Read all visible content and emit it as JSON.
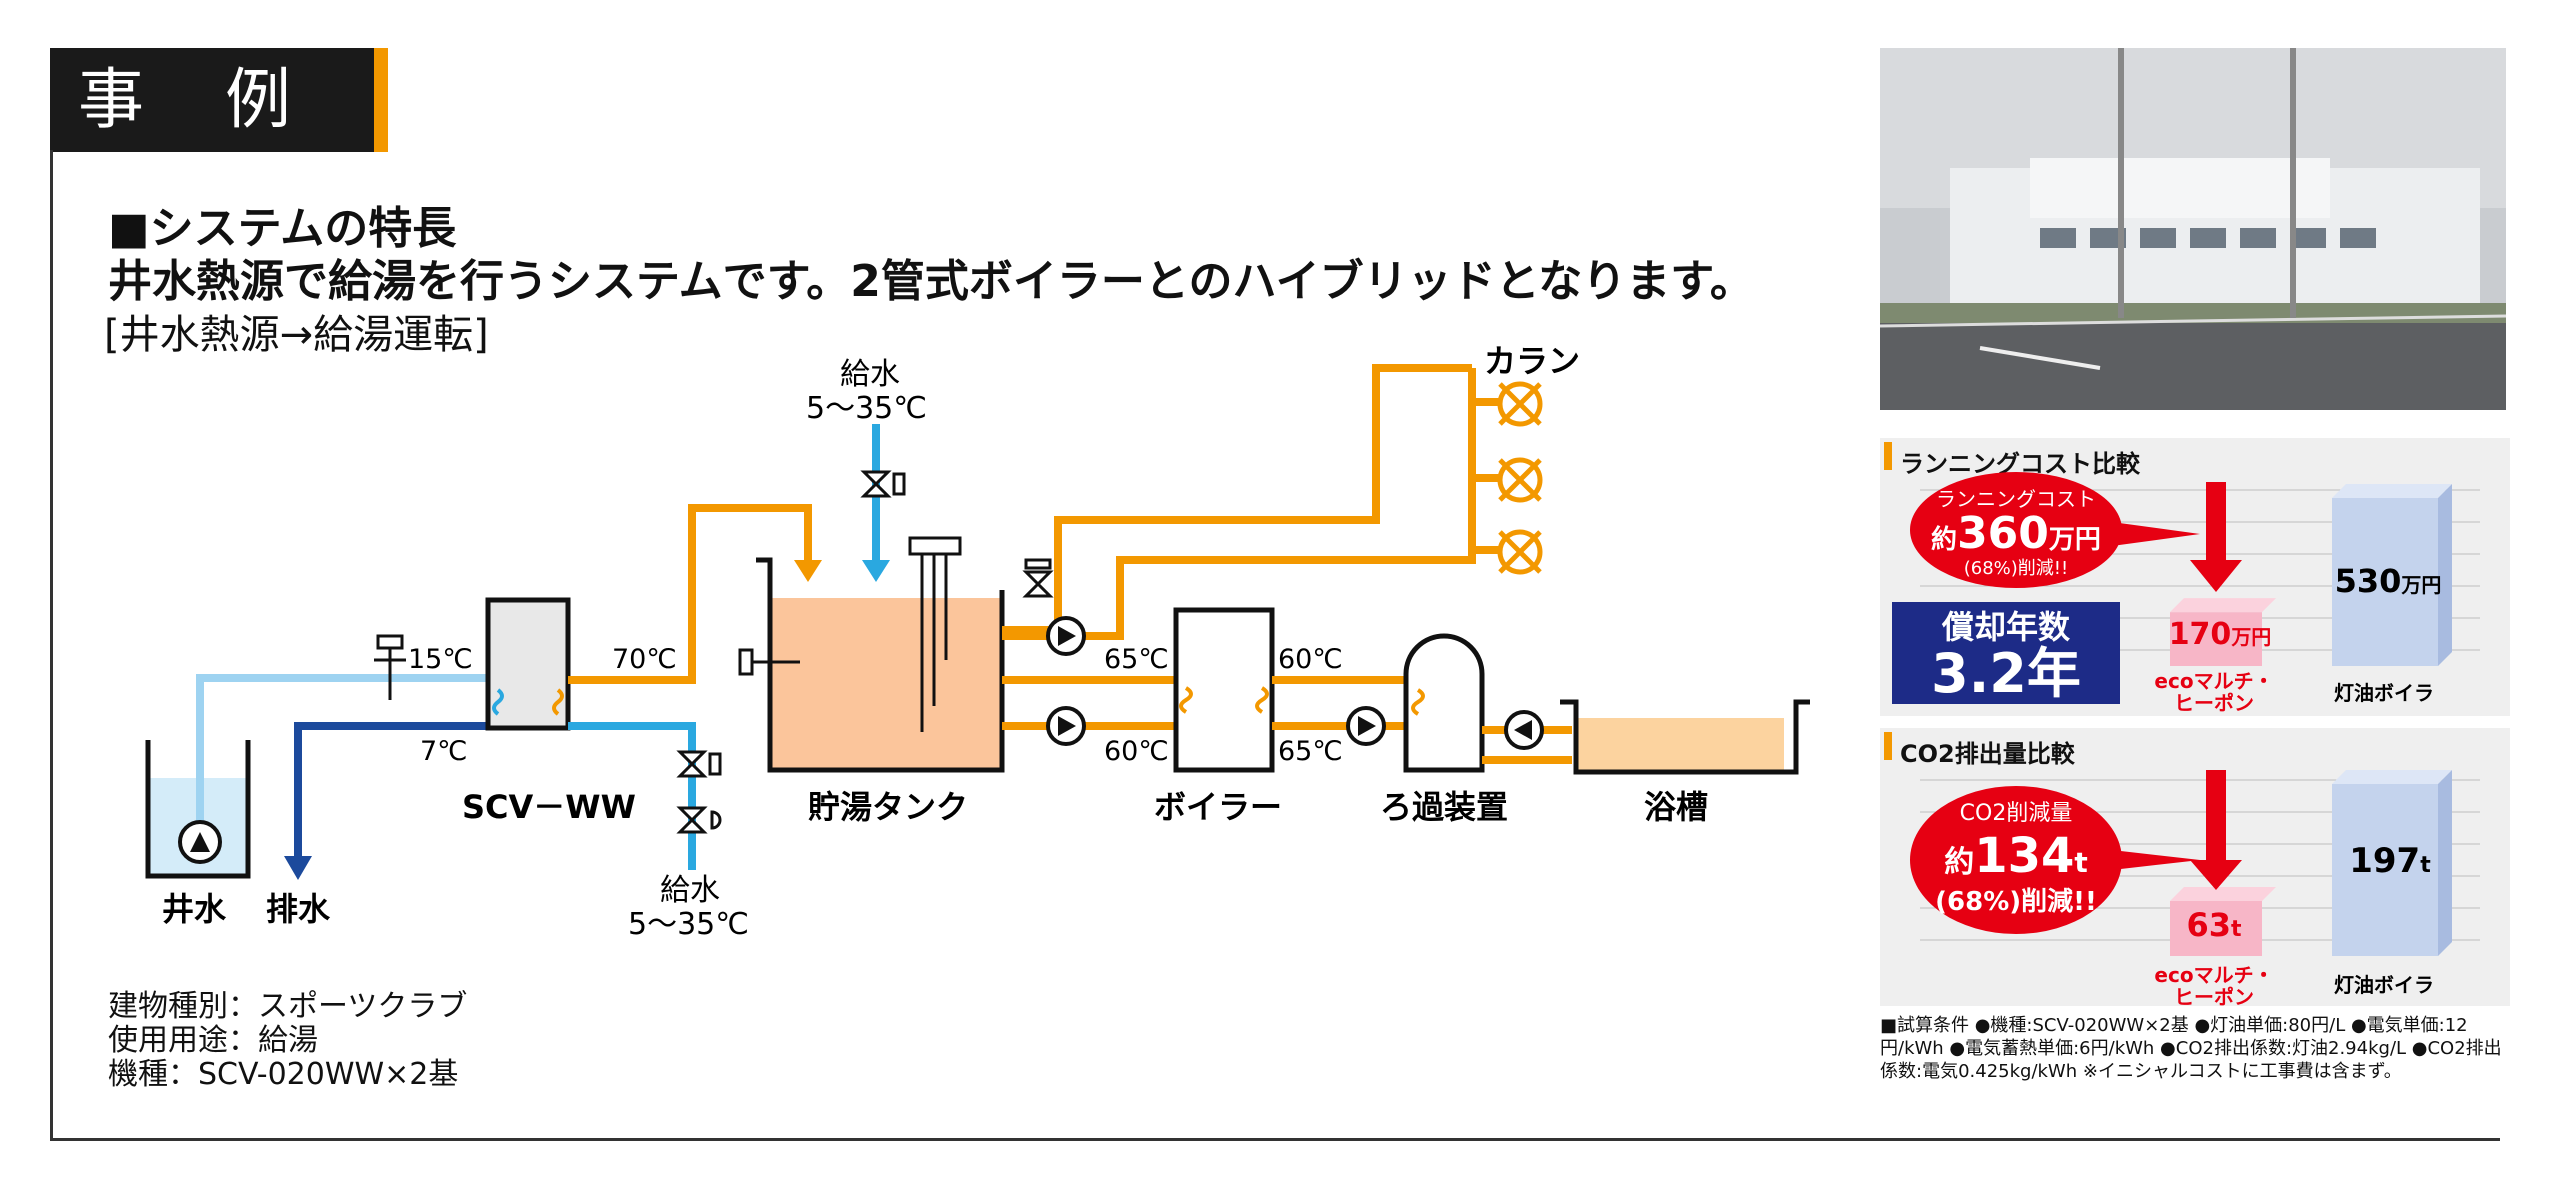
{
  "header": {
    "title": "事 例"
  },
  "feature": {
    "heading": "■システムの特長",
    "description": "井水熱源で給湯を行うシステムです。2管式ボイラーとのハイブリッドとなります。",
    "subtitle": "[井水熱源→給湯運転]"
  },
  "diagram": {
    "well": "井水",
    "drain": "排水",
    "heat_pump": "SCV－WW",
    "tank": "貯湯タンク",
    "boiler": "ボイラー",
    "filter": "ろ過装置",
    "bath": "浴槽",
    "faucet": "カラン",
    "supply_label": "給水",
    "supply_temp": "5～35℃",
    "t15": "15℃",
    "t7": "7℃",
    "t70": "70℃",
    "t65a": "65℃",
    "t60a": "60℃",
    "t60b": "60℃",
    "t65b": "65℃"
  },
  "specs": [
    "建物種別：スポーツクラブ",
    "使用用途：給湯",
    "機種：SCV-020WW×2基"
  ],
  "colors": {
    "hot": "#f39800",
    "cold": "#2aa8e0",
    "well_cold": "#9ed3f1",
    "drain": "#1c4a9c",
    "accent_red": "#e60012",
    "navy": "#1d2b87"
  },
  "running_cost": {
    "title": "ランニングコスト比較",
    "reduction": {
      "label": "ランニングコスト",
      "prefix": "約",
      "value": "360",
      "unit": "万円",
      "percent": "(68%)削減!!"
    },
    "payback": {
      "label": "償却年数",
      "value": "3.2年"
    },
    "eco_value": "170",
    "eco_unit": "万円",
    "oil_value": "530",
    "oil_unit": "万円",
    "eco_name_a": "ecoマルチ・",
    "eco_name_b": "ヒーポン",
    "oil_name": "灯油ボイラ"
  },
  "co2": {
    "title": "CO2排出量比較",
    "reduction": {
      "label": "CO2削減量",
      "prefix": "約",
      "value": "134",
      "unit": "t",
      "percent": "(68%)削減!!"
    },
    "eco_value": "63",
    "eco_unit": "t",
    "oil_value": "197",
    "oil_unit": "t",
    "eco_name_a": "ecoマルチ・",
    "eco_name_b": "ヒーポン",
    "oil_name": "灯油ボイラ"
  },
  "note": "■試算条件 ●機種:SCV-020WW×2基 ●灯油単価:80円/L ●電気単価:12円/kWh ●電気蓄熱単価:6円/kWh ●CO2排出係数:灯油2.94kg/L ●CO2排出係数:電気0.425kg/kWh ※イニシャルコストに工事費は含まず。"
}
